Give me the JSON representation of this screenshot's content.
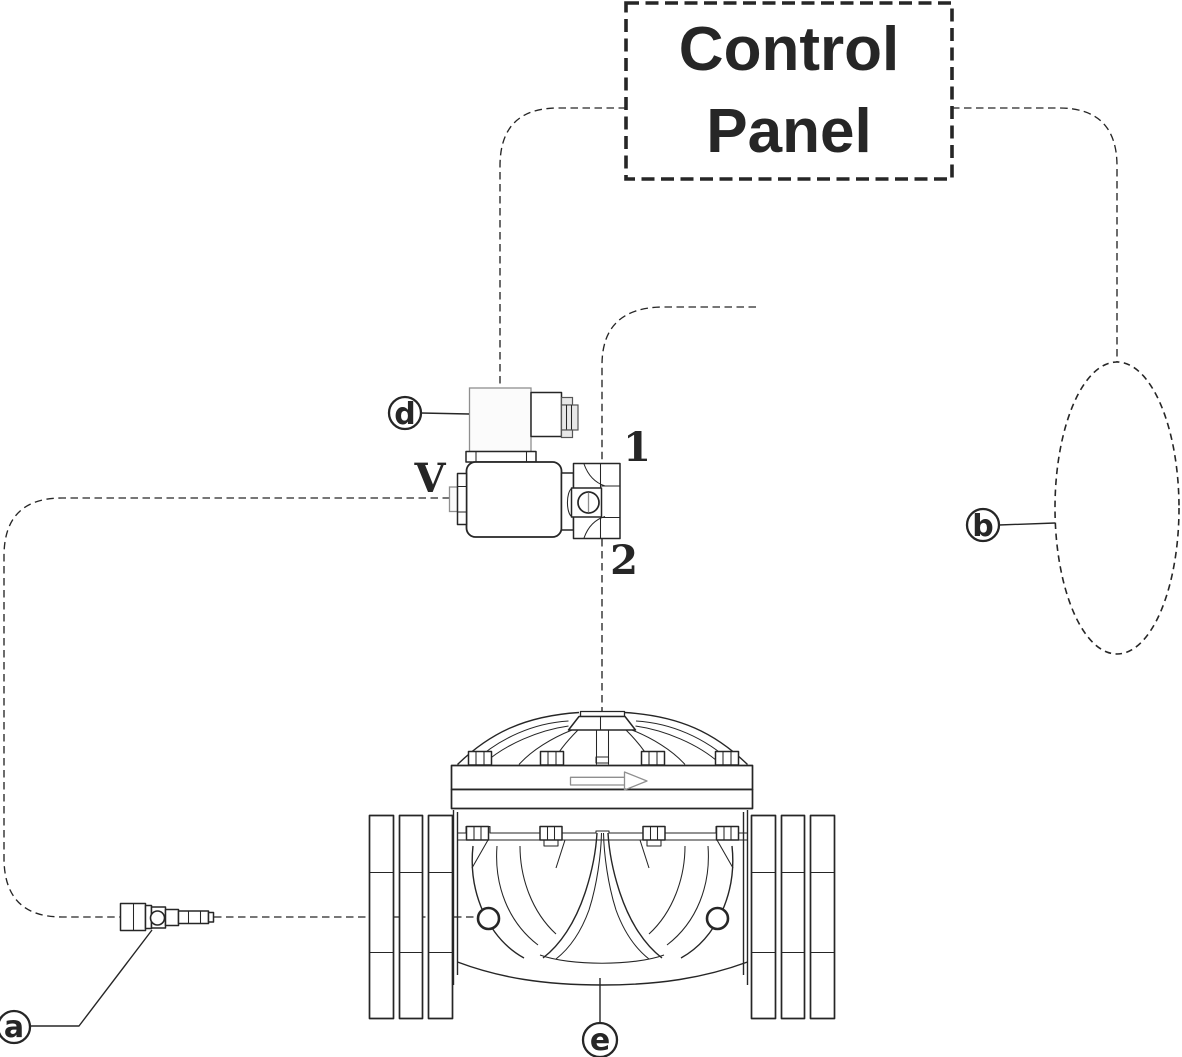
{
  "figure": {
    "control_panel": {
      "line1": "Control",
      "line2": "Panel"
    },
    "callouts": {
      "a": "a",
      "b": "b",
      "d": "d",
      "e": "e"
    },
    "ports": {
      "v": "V",
      "inlet": "1",
      "outlet": "2"
    },
    "colors": {
      "ink": "#262626",
      "light_gray": "#8f8f8f",
      "background": "#ffffff"
    }
  }
}
